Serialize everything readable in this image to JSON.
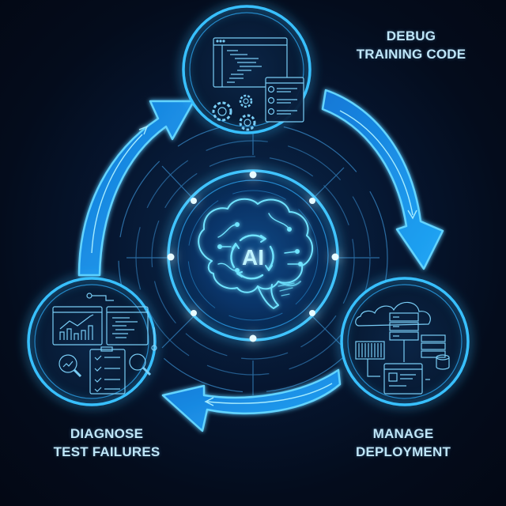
{
  "diagram": {
    "type": "cycle",
    "center": {
      "label": "AI",
      "icon": "brain-circuit-icon"
    },
    "nodes": [
      {
        "id": "debug",
        "line1": "DEBUG",
        "line2": "TRAINING CODE",
        "icon": "code-window-gears-icon",
        "position": "top"
      },
      {
        "id": "deploy",
        "line1": "MANAGE",
        "line2": "DEPLOYMENT",
        "icon": "cloud-servers-icon",
        "position": "bottom-right"
      },
      {
        "id": "diagnose",
        "line1": "DIAGNOSE",
        "line2": "TEST FAILURES",
        "icon": "charts-checklist-magnifier-icon",
        "position": "bottom-left"
      }
    ],
    "edges": [
      {
        "from": "debug",
        "to": "deploy",
        "direction": "clockwise"
      },
      {
        "from": "deploy",
        "to": "diagnose",
        "direction": "clockwise"
      },
      {
        "from": "diagnose",
        "to": "debug",
        "direction": "clockwise"
      }
    ],
    "colors": {
      "background": "#040a16",
      "glow": "#29b6ff",
      "line": "#4fc8ff",
      "text": "#bfe6f8",
      "arrow_fill": "#1e9bef"
    }
  }
}
